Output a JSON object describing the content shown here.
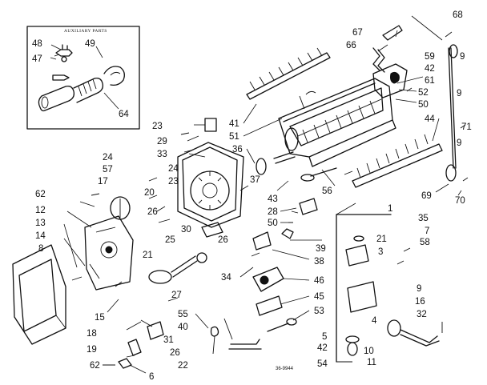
{
  "inset": {
    "title": "AUXILIARY PARTS"
  },
  "diagram_code": "36-9944",
  "callouts": {
    "c48": "48",
    "c49": "49",
    "c47": "47",
    "c64": "64",
    "c67": "67",
    "c68": "68",
    "c66": "66",
    "c59": "59",
    "c9a": "9",
    "c42a": "42",
    "c61": "61",
    "c52": "52",
    "c50a": "50",
    "c23a": "23",
    "c29": "29",
    "c33": "33",
    "c41": "41",
    "c51": "51",
    "c36": "36",
    "c37": "37",
    "c44": "44",
    "c9b": "9",
    "c71": "71",
    "c9c": "9",
    "c24a": "24",
    "c57": "57",
    "c17": "17",
    "c20": "20",
    "c24b": "24",
    "c23b": "23",
    "c43": "43",
    "c28": "28",
    "c50b": "50",
    "c56": "56",
    "c69": "69",
    "c70": "70",
    "c62a": "62",
    "c12": "12",
    "c13": "13",
    "c14": "14",
    "c8": "8",
    "c30": "30",
    "c26a": "26",
    "c25": "25",
    "c26b": "26",
    "c21a": "21",
    "c39": "39",
    "c38": "38",
    "c34": "34",
    "c1": "1",
    "c21b": "21",
    "c3": "3",
    "c35": "35",
    "c7": "7",
    "c58": "58",
    "c15": "15",
    "c46": "46",
    "c45": "45",
    "c53": "53",
    "c4": "4",
    "c27": "27",
    "c55": "55",
    "c40": "40",
    "c18": "18",
    "c31": "31",
    "c26c": "26",
    "c22": "22",
    "c19": "19",
    "c62b": "62",
    "c6": "6",
    "c9d": "9",
    "c16": "16",
    "c32": "32",
    "c5": "5",
    "c42b": "42",
    "c10": "10",
    "c11": "11",
    "c54": "54"
  }
}
